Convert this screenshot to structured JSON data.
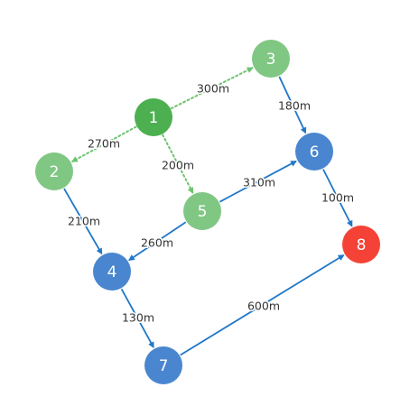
{
  "colors": {
    "start": "#4caf50",
    "route": "#81c784",
    "main": "#4a86cf",
    "goal": "#f44336",
    "edge_dotted": "#6cc46f",
    "edge_solid": "#1f77c9"
  },
  "nodes": [
    {
      "id": "1",
      "label": "1",
      "kind": "start"
    },
    {
      "id": "2",
      "label": "2",
      "kind": "route"
    },
    {
      "id": "3",
      "label": "3",
      "kind": "route"
    },
    {
      "id": "4",
      "label": "4",
      "kind": "main"
    },
    {
      "id": "5",
      "label": "5",
      "kind": "route"
    },
    {
      "id": "6",
      "label": "6",
      "kind": "main"
    },
    {
      "id": "7",
      "label": "7",
      "kind": "main"
    },
    {
      "id": "8",
      "label": "8",
      "kind": "goal"
    }
  ],
  "edges": [
    {
      "from": "1",
      "to": "3",
      "label": "300m",
      "style": "dotted"
    },
    {
      "from": "1",
      "to": "2",
      "label": "270m",
      "style": "dotted"
    },
    {
      "from": "1",
      "to": "5",
      "label": "200m",
      "style": "dotted"
    },
    {
      "from": "3",
      "to": "6",
      "label": "180m",
      "style": "solid"
    },
    {
      "from": "5",
      "to": "6",
      "label": "310m",
      "style": "solid"
    },
    {
      "from": "2",
      "to": "4",
      "label": "210m",
      "style": "solid"
    },
    {
      "from": "5",
      "to": "4",
      "label": "260m",
      "style": "solid"
    },
    {
      "from": "6",
      "to": "8",
      "label": "100m",
      "style": "solid"
    },
    {
      "from": "4",
      "to": "7",
      "label": "130m",
      "style": "solid"
    },
    {
      "from": "7",
      "to": "8",
      "label": "600m",
      "style": "solid"
    }
  ]
}
